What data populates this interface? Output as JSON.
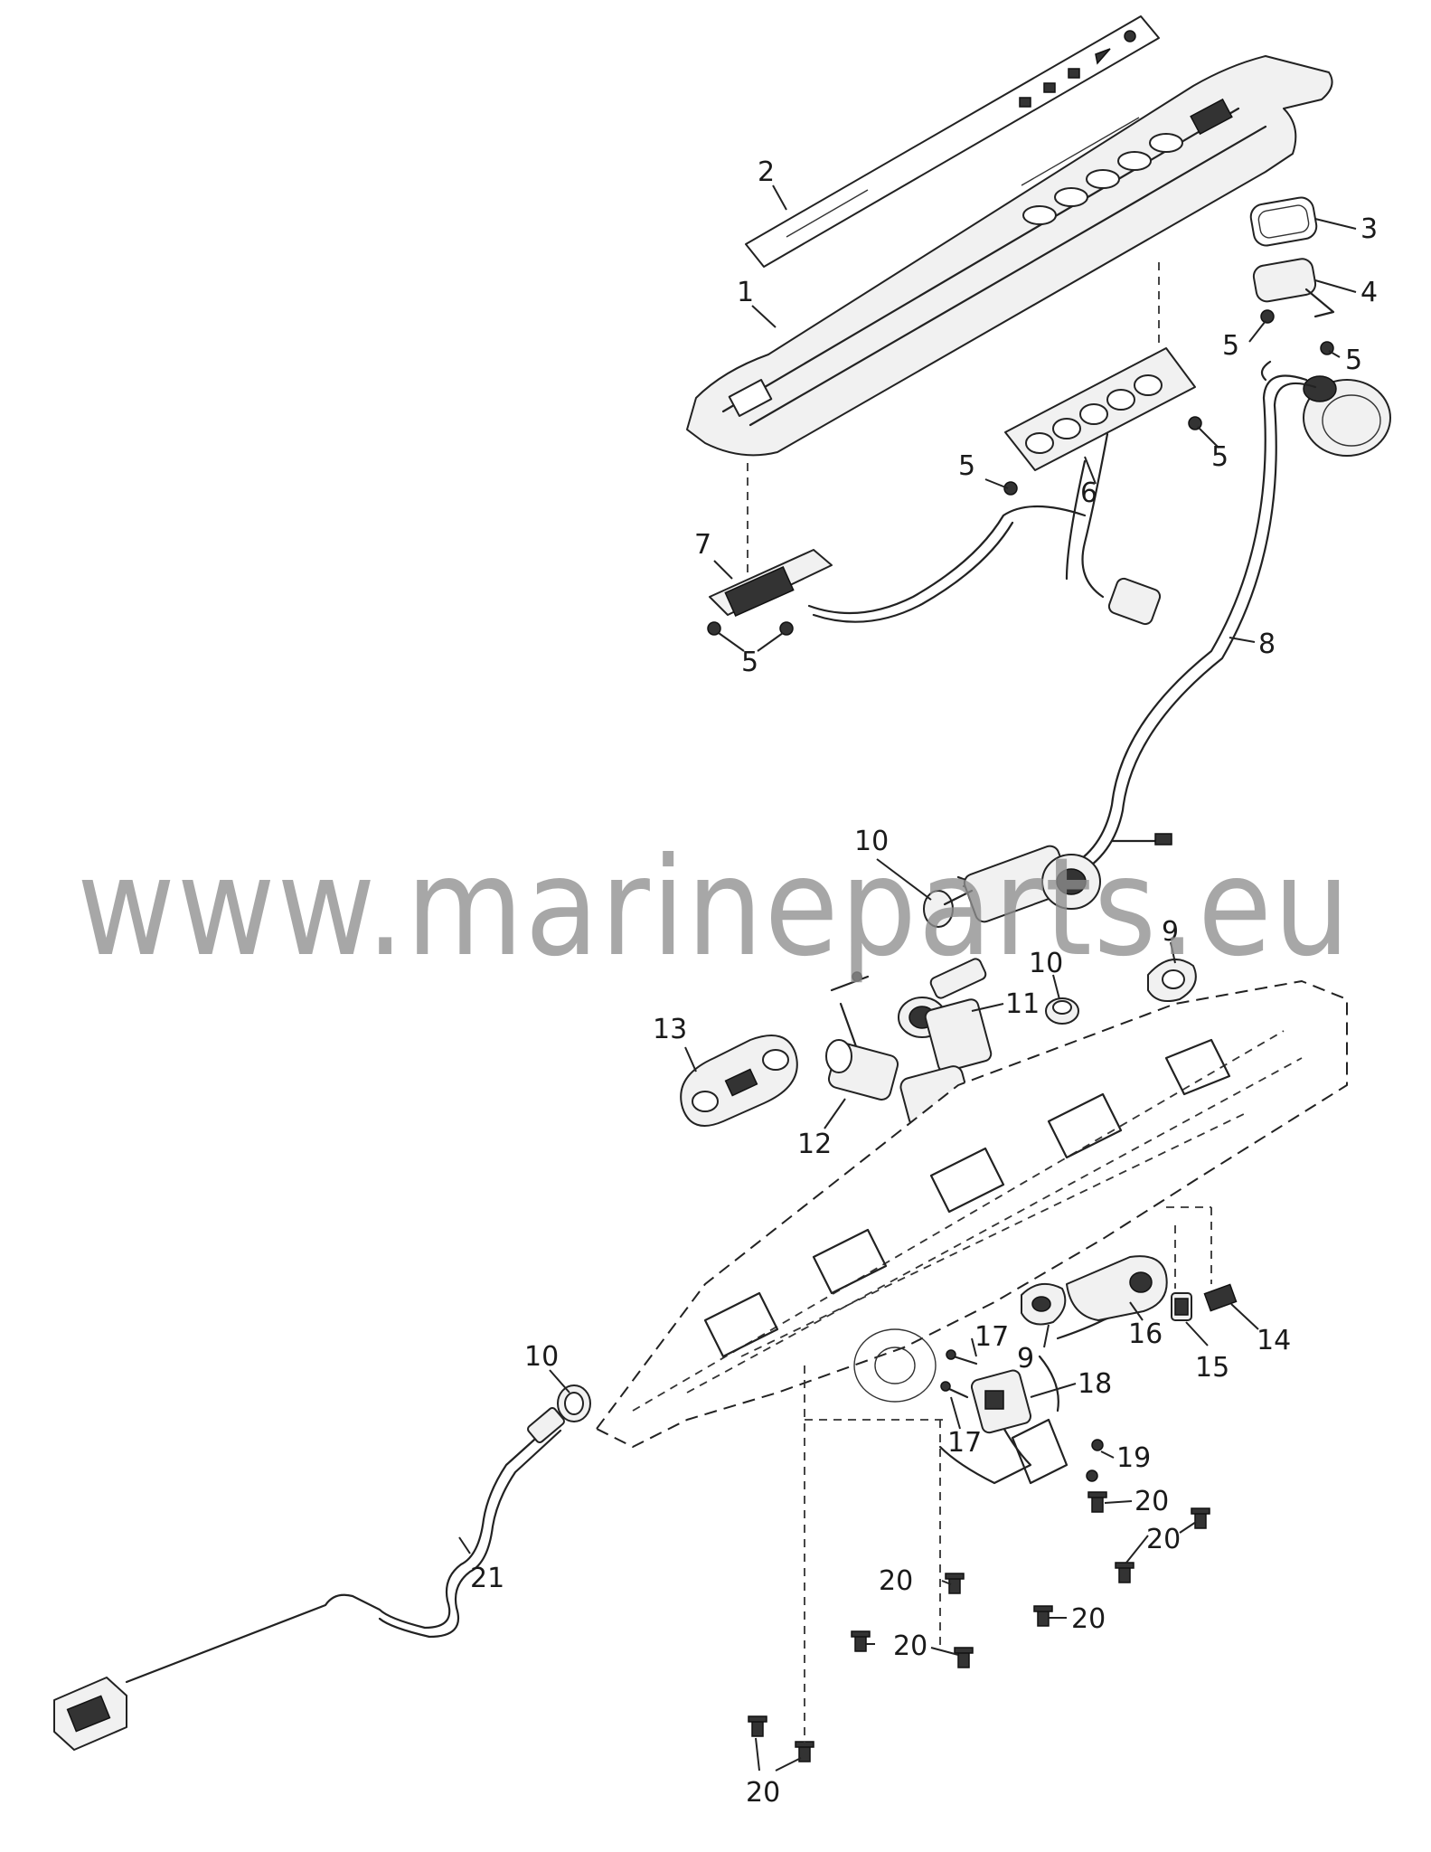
{
  "watermark": "www.marineparts.eu",
  "callouts": [
    {
      "id": "c1",
      "label": "1"
    },
    {
      "id": "c2",
      "label": "2"
    },
    {
      "id": "c3",
      "label": "3"
    },
    {
      "id": "c4",
      "label": "4"
    },
    {
      "id": "c5a",
      "label": "5"
    },
    {
      "id": "c5b",
      "label": "5"
    },
    {
      "id": "c5c",
      "label": "5"
    },
    {
      "id": "c5d",
      "label": "5"
    },
    {
      "id": "c5e",
      "label": "5"
    },
    {
      "id": "c6",
      "label": "6"
    },
    {
      "id": "c7",
      "label": "7"
    },
    {
      "id": "c8",
      "label": "8"
    },
    {
      "id": "c9a",
      "label": "9"
    },
    {
      "id": "c9b",
      "label": "9"
    },
    {
      "id": "c10a",
      "label": "10"
    },
    {
      "id": "c10b",
      "label": "10"
    },
    {
      "id": "c10c",
      "label": "10"
    },
    {
      "id": "c11",
      "label": "11"
    },
    {
      "id": "c12",
      "label": "12"
    },
    {
      "id": "c13",
      "label": "13"
    },
    {
      "id": "c14",
      "label": "14"
    },
    {
      "id": "c15",
      "label": "15"
    },
    {
      "id": "c16",
      "label": "16"
    },
    {
      "id": "c17a",
      "label": "17"
    },
    {
      "id": "c17b",
      "label": "17"
    },
    {
      "id": "c18",
      "label": "18"
    },
    {
      "id": "c19",
      "label": "19"
    },
    {
      "id": "c20a",
      "label": "20"
    },
    {
      "id": "c20b",
      "label": "20"
    },
    {
      "id": "c20c",
      "label": "20"
    },
    {
      "id": "c20d",
      "label": "20"
    },
    {
      "id": "c20e",
      "label": "20"
    },
    {
      "id": "c20f",
      "label": "20"
    },
    {
      "id": "c21",
      "label": "21"
    }
  ]
}
